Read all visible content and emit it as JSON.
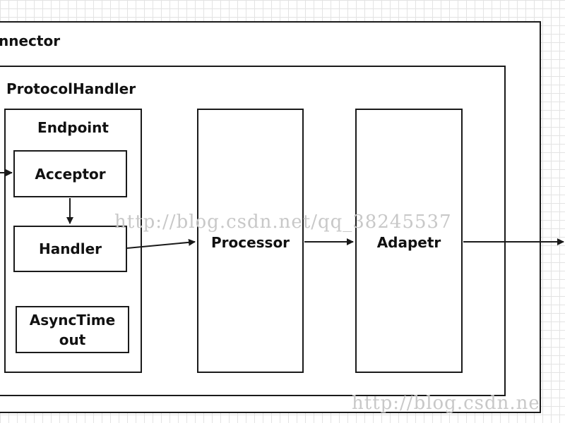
{
  "diagram": {
    "connector_label": "nnector",
    "protocol_handler_label": "ProtocolHandler",
    "endpoint_label": "Endpoint",
    "acceptor_label": "Acceptor",
    "handler_label": "Handler",
    "async_timeout_line1": "AsyncTime",
    "async_timeout_line2": "out",
    "processor_label": "Processor",
    "adapter_label": "Adapetr"
  },
  "watermarks": {
    "center": "http://blog.csdn.net/qq_38245537",
    "bottom": "http://blog.csdn.ne"
  },
  "colors": {
    "stroke": "#1a1a1a",
    "grid": "#e3e3e3",
    "watermark": "#c8c8c8"
  }
}
